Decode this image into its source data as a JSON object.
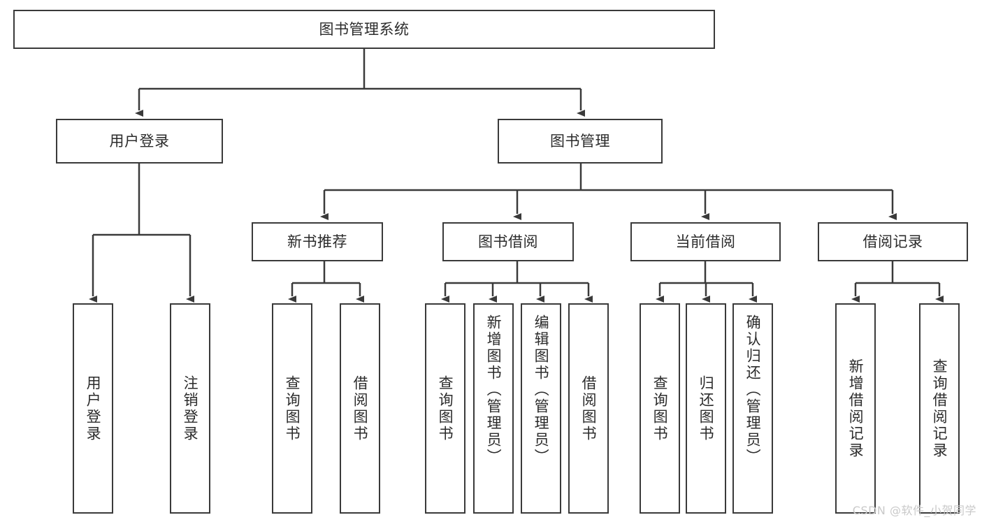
{
  "diagram": {
    "title": "图书管理系统",
    "type": "tree",
    "orientation": "top-down",
    "colors": {
      "node_border": "#3a3a3a",
      "node_fill": "#ffffff",
      "edge": "#3a3a3a",
      "text": "#2b2b2b",
      "watermark": "#c9c9c9"
    },
    "root": {
      "label": "图书管理系统"
    },
    "level2": [
      {
        "id": "user-login",
        "label": "用户登录"
      },
      {
        "id": "book-management",
        "label": "图书管理"
      }
    ],
    "level3": [
      {
        "id": "new-book-recommend",
        "label": "新书推荐"
      },
      {
        "id": "book-borrow",
        "label": "图书借阅"
      },
      {
        "id": "current-borrow",
        "label": "当前借阅"
      },
      {
        "id": "borrow-record",
        "label": "借阅记录"
      }
    ],
    "leaves": {
      "user_login": [
        {
          "id": "leaf-user-login",
          "label": "用户登录"
        },
        {
          "id": "leaf-logout",
          "label": "注销登录"
        }
      ],
      "new_book_recommend": [
        {
          "id": "leaf-query-book-1",
          "label": "查询图书"
        },
        {
          "id": "leaf-borrow-book-1",
          "label": "借阅图书"
        }
      ],
      "book_borrow": [
        {
          "id": "leaf-query-book-2",
          "label": "查询图书"
        },
        {
          "id": "leaf-add-book",
          "label": "新增图书（管理员）"
        },
        {
          "id": "leaf-edit-book",
          "label": "编辑图书（管理员）"
        },
        {
          "id": "leaf-borrow-book-2",
          "label": "借阅图书"
        }
      ],
      "current_borrow": [
        {
          "id": "leaf-query-book-3",
          "label": "查询图书"
        },
        {
          "id": "leaf-return-book",
          "label": "归还图书"
        },
        {
          "id": "leaf-confirm-return",
          "label": "确认归还（管理员）"
        }
      ],
      "borrow_record": [
        {
          "id": "leaf-add-record",
          "label": "新增借阅记录"
        },
        {
          "id": "leaf-query-record",
          "label": "查询借阅记录"
        }
      ]
    }
  },
  "watermark": {
    "text": "CSDN @软件_小贺同学"
  }
}
